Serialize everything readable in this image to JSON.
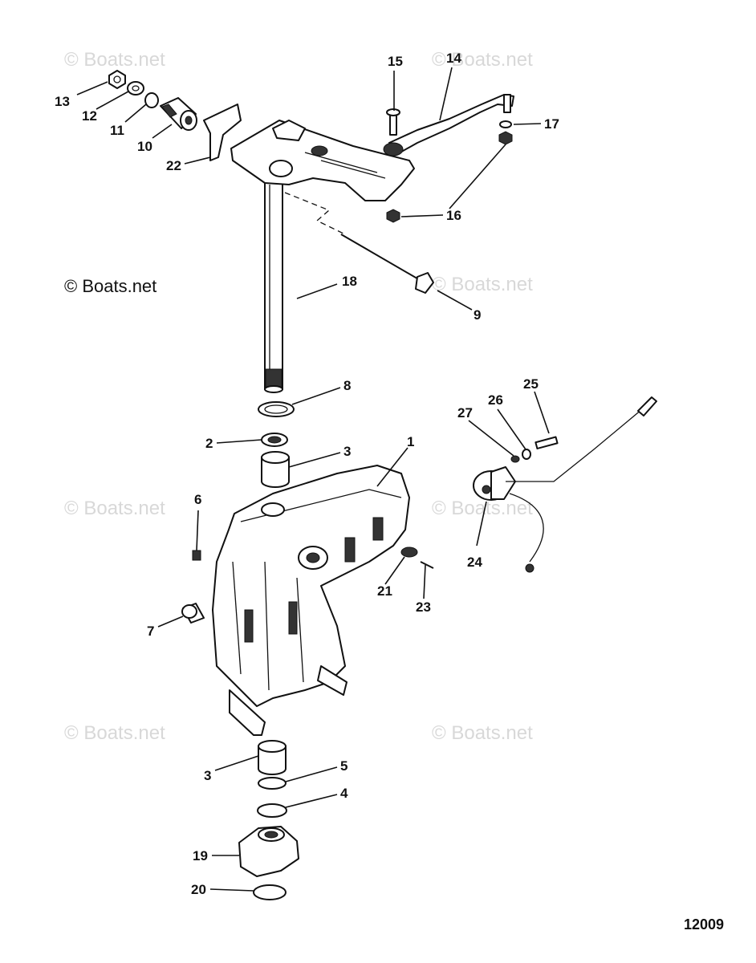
{
  "watermark": {
    "text": "© Boats.net"
  },
  "copyright": {
    "text": "© Boats.net"
  },
  "figure_number": "12009",
  "callouts": {
    "c1": "1",
    "c2": "2",
    "c3a": "3",
    "c3b": "3",
    "c4": "4",
    "c5": "5",
    "c6": "6",
    "c7": "7",
    "c8": "8",
    "c9": "9",
    "c10": "10",
    "c11": "11",
    "c12": "12",
    "c13": "13",
    "c14": "14",
    "c15": "15",
    "c16": "16",
    "c17": "17",
    "c18": "18",
    "c19": "19",
    "c20": "20",
    "c21": "21",
    "c22": "22",
    "c23": "23",
    "c24": "24",
    "c25": "25",
    "c26": "26",
    "c27": "27"
  }
}
